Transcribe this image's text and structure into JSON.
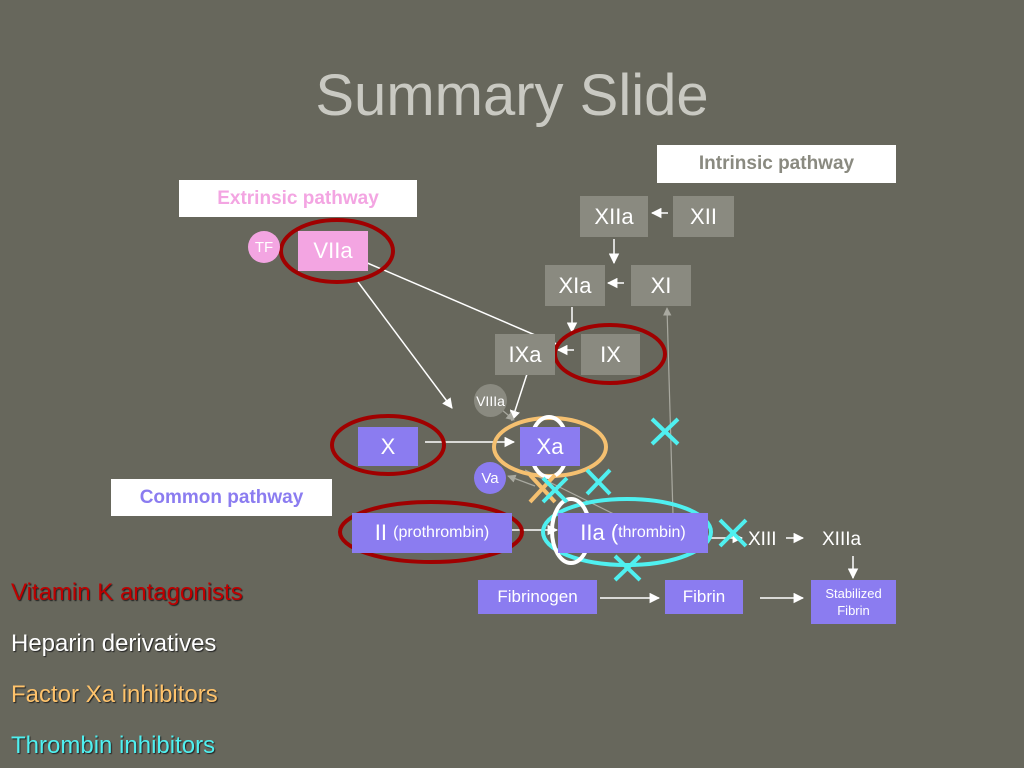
{
  "title": "Summary Slide",
  "labels": {
    "intrinsic": "Intrinsic pathway",
    "extrinsic": "Extrinsic pathway",
    "common": "Common pathway"
  },
  "factors": {
    "xiia": "XIIa",
    "xii": "XII",
    "xia": "XIa",
    "xi": "XI",
    "ixa": "IXa",
    "ix": "IX",
    "viiia": "VIIIa",
    "tf": "TF",
    "viia": "VIIa",
    "x": "X",
    "xa": "Xa",
    "va": "Va",
    "ii": "II",
    "ii_note": "(prothrombin)",
    "iia": "IIa (",
    "iia_note": "thrombin)",
    "xiii": "XIII",
    "xiiia": "XIIIa",
    "fibrinogen": "Fibrinogen",
    "fibrin": "Fibrin",
    "stabilized_line1": "Stabilized",
    "stabilized_line2": "Fibrin"
  },
  "legend": [
    {
      "text": "Vitamin K antagonists",
      "color": "#c00000"
    },
    {
      "text": "Heparin derivatives",
      "color": "#ffffff"
    },
    {
      "text": "Factor Xa inhibitors",
      "color": "#ffc36b"
    },
    {
      "text": "Thrombin inhibitors",
      "color": "#4ff0f0"
    }
  ],
  "colors": {
    "background": "#67675c",
    "gray_box": "#8a8a80",
    "purple_box": "#8b7cf0",
    "pink_box": "#f3a5e2",
    "vitamin_k_ring": "#a00000",
    "heparin_ring": "#ffffff",
    "xa_inhibitor_ring": "#f5c070",
    "thrombin_inhibitor_ring": "#4ff0f0"
  }
}
